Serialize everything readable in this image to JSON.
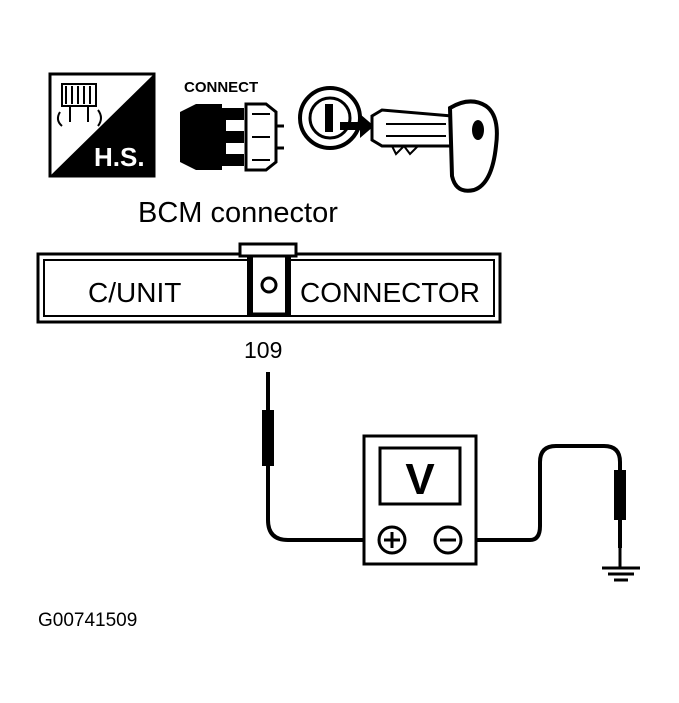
{
  "icons": {
    "harness_label": "H.S.",
    "connect_label": "CONNECT"
  },
  "title": "BCM connector",
  "connector": {
    "left_label": "C/UNIT",
    "right_label": "CONNECTOR",
    "terminal": "109"
  },
  "meter": {
    "label": "V",
    "positive": "+",
    "negative": "−"
  },
  "figure_id": "G00741509",
  "colors": {
    "ink": "#000000",
    "paper": "#ffffff"
  }
}
